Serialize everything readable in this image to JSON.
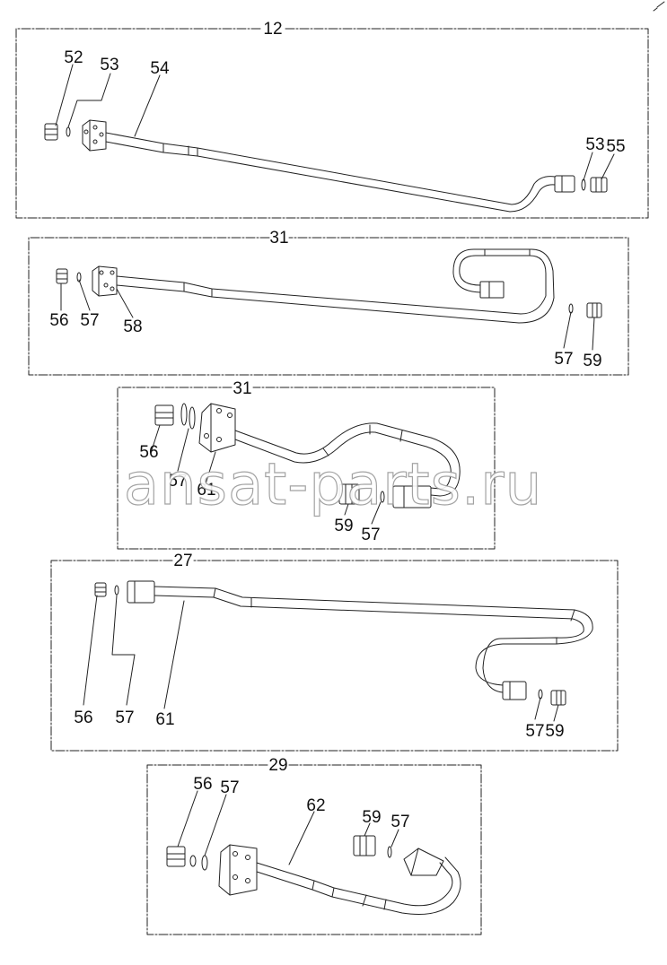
{
  "watermark": "ansat-parts.ru",
  "groups": [
    {
      "label": "12"
    },
    {
      "label": "31"
    },
    {
      "label": "31"
    },
    {
      "label": "27"
    },
    {
      "label": "29"
    }
  ],
  "callouts": [
    "52",
    "53",
    "54",
    "53",
    "55",
    "56",
    "57",
    "58",
    "57",
    "59",
    "56",
    "57",
    "61",
    "59",
    "57",
    "56",
    "57",
    "61",
    "57",
    "59",
    "56",
    "57",
    "62",
    "59",
    "57"
  ]
}
